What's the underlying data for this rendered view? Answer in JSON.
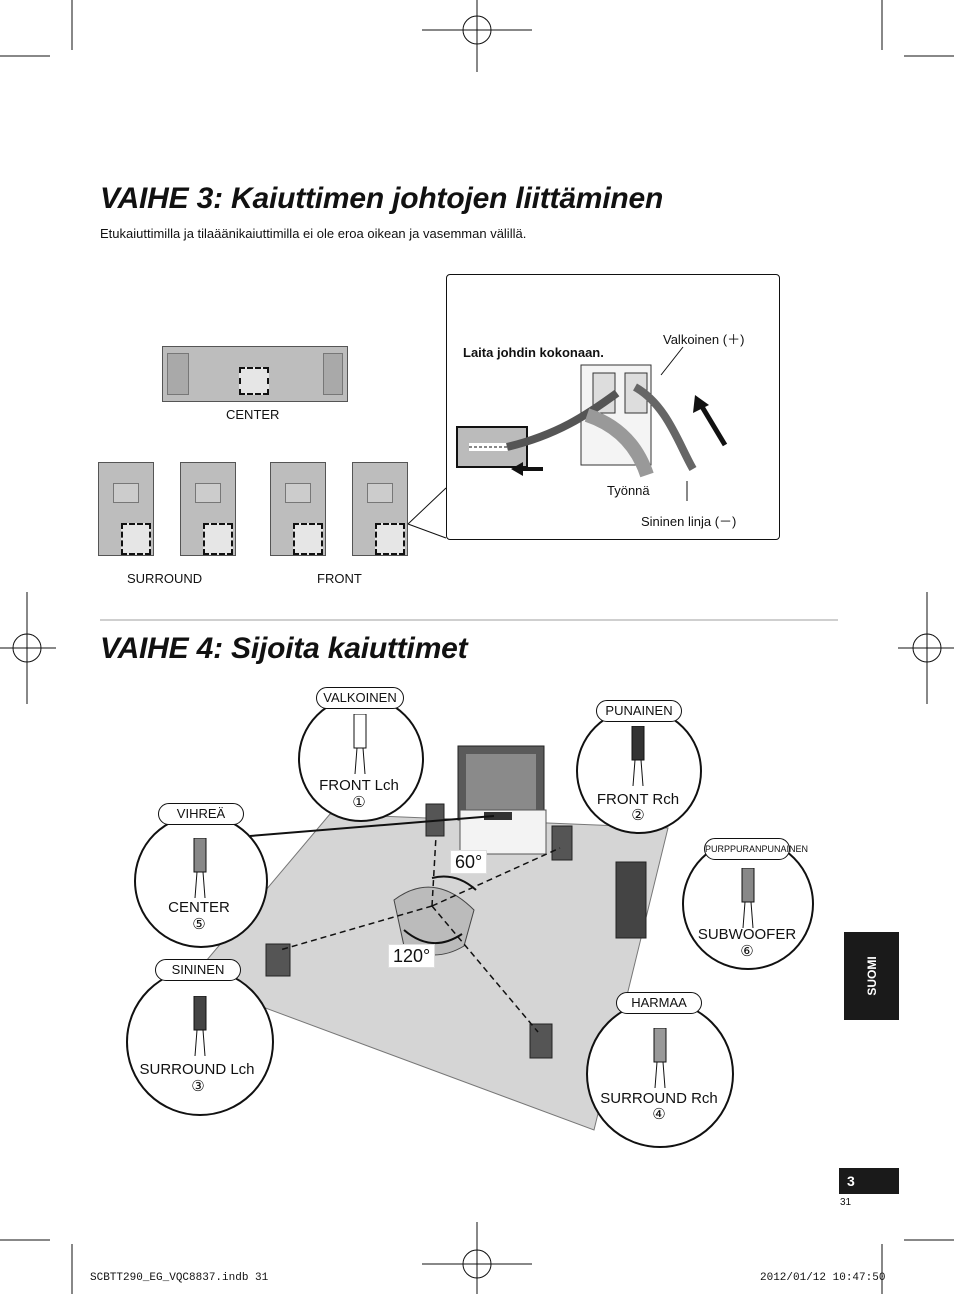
{
  "step3": {
    "title": "VAIHE 3: Kaiuttimen johtojen liittäminen",
    "subtitle": "Etukaiuttimilla ja tilaäänikaiuttimilla ei ole eroa oikean ja vasemman välillä.",
    "labels": {
      "center": "CENTER",
      "surround": "SURROUND",
      "front": "FRONT"
    },
    "inset": {
      "instruction": "Laita johdin kokonaan.",
      "white": "Valkoinen (＋)",
      "push": "Työnnä",
      "blue": "Sininen linja (－)"
    }
  },
  "step4": {
    "title": "VAIHE 4: Sijoita kaiuttimet",
    "angle60": "60°",
    "angle120": "120°",
    "speakers": [
      {
        "color": "VALKOINEN",
        "name": "FRONT Lch",
        "num": "①"
      },
      {
        "color": "PUNAINEN",
        "name": "FRONT Rch",
        "num": "②"
      },
      {
        "color": "VIHREÄ",
        "name": "CENTER",
        "num": "⑤"
      },
      {
        "color": "PURPPURANPUNAINEN",
        "name": "SUBWOOFER",
        "num": "⑥"
      },
      {
        "color": "SININEN",
        "name": "SURROUND Lch",
        "num": "③"
      },
      {
        "color": "HARMAA",
        "name": "SURROUND Rch",
        "num": "④"
      }
    ]
  },
  "side_tab": "SUOMI",
  "page_box": "3",
  "page_number": "31",
  "footer": {
    "file": "SCBTT290_EG_VQC8837.indb   31",
    "date": "2012/01/12   10:47:50"
  }
}
